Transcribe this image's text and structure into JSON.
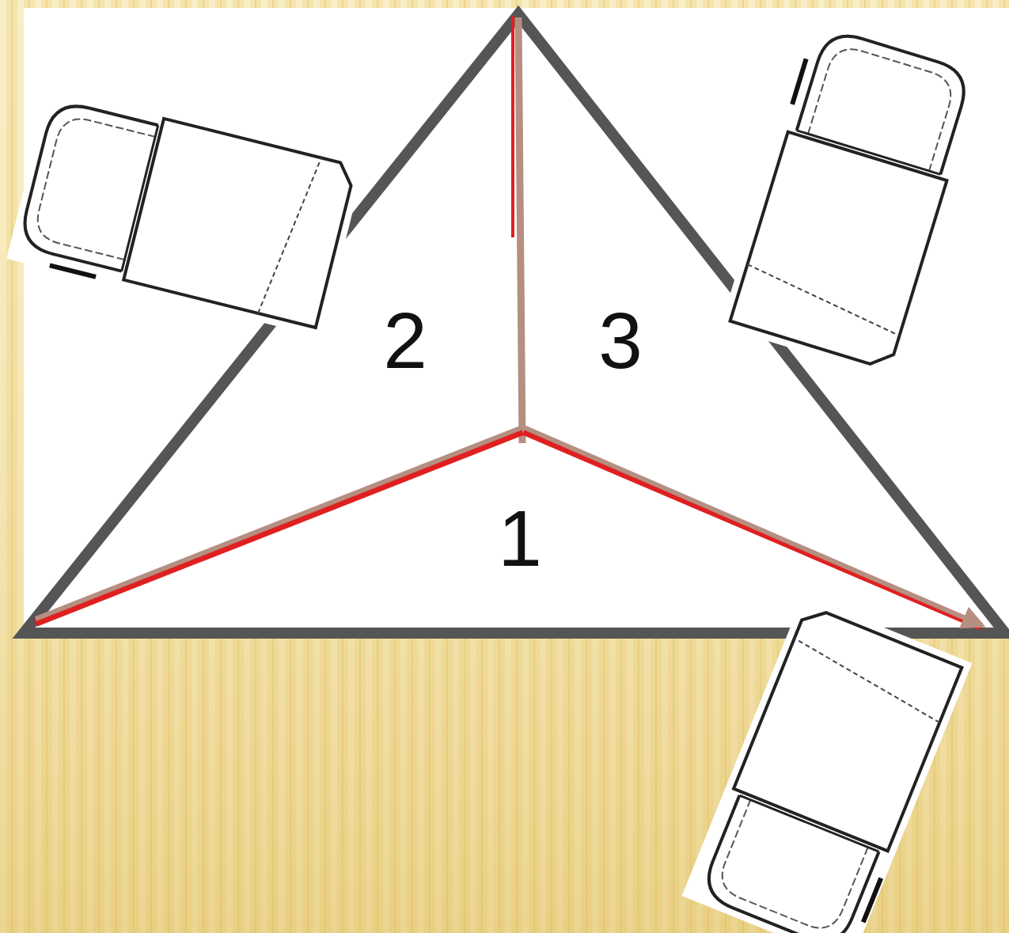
{
  "diagram": {
    "labels": [
      "2",
      "3",
      "1"
    ]
  }
}
